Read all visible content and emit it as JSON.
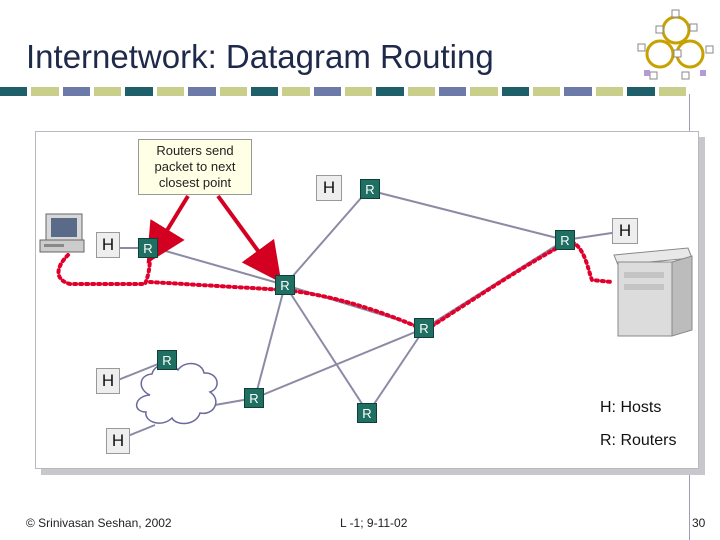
{
  "slide": {
    "title": "Internetwork: Datagram Routing",
    "stripe_colors": [
      "#1f5f6a",
      "#c9cf8a",
      "#6b7aa6",
      "#c9cf8a",
      "#1f5f6a",
      "#c9cf8a",
      "#6b7aa6",
      "#c9cf8a",
      "#1f5f6a",
      "#c9cf8a",
      "#6b7aa6",
      "#c9cf8a",
      "#1f5f6a",
      "#c9cf8a",
      "#6b7aa6",
      "#c9cf8a",
      "#1f5f6a",
      "#c9cf8a",
      "#6b7aa6",
      "#c9cf8a",
      "#1f5f6a",
      "#c9cf8a"
    ]
  },
  "diagram": {
    "callout_text": "Routers send packet to next closest point",
    "host_label": "H",
    "router_label": "R",
    "legend": {
      "hosts": "H: Hosts",
      "routers": "R: Routers"
    },
    "colors": {
      "router": "#1f6f63",
      "path": "#e0002b",
      "arrow": "#d40022",
      "link": "#8d8aa6"
    },
    "icons": [
      "desktop-computer",
      "server-tower",
      "network-cloud"
    ]
  },
  "footer": {
    "copyright": "© Srinivasan Seshan, 2002",
    "lecture": "L -1; 9-11-02",
    "page": "30"
  }
}
